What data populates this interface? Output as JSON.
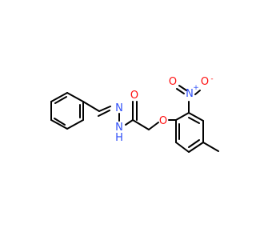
{
  "molecule": {
    "atoms": [
      {
        "element": "O",
        "color": "#ff0d0d"
      },
      {
        "element": "N",
        "color": "#3050f8"
      },
      {
        "element": "N",
        "color": "#3050f8"
      },
      {
        "element": "H",
        "color": "#3050f8"
      },
      {
        "element": "O",
        "color": "#ff0d0d"
      },
      {
        "element": "N",
        "color": "#3050f8"
      },
      {
        "element": "+",
        "color": "#3050f8"
      },
      {
        "element": "O",
        "color": "#ff0d0d"
      },
      {
        "element": "-",
        "color": "#ff0d0d"
      },
      {
        "element": "O",
        "color": "#ff0d0d"
      }
    ],
    "bond_color": "#000000"
  }
}
